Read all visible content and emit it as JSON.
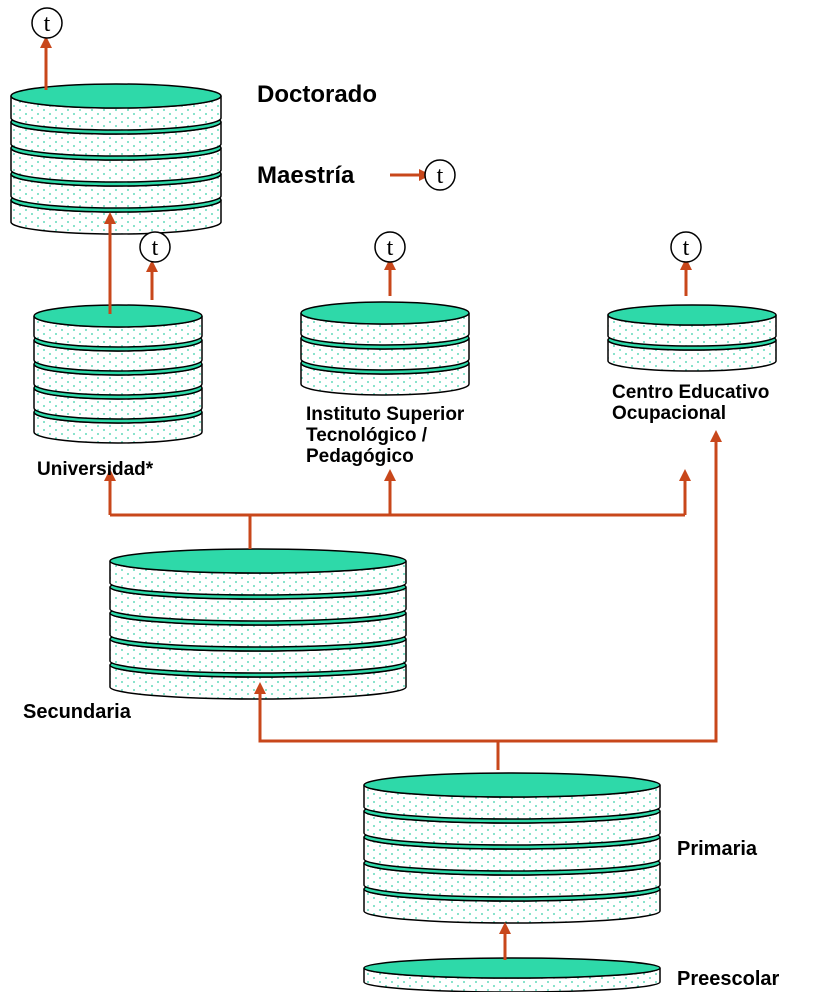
{
  "colors": {
    "cap": "#2ed9a9",
    "wall": "#ffffff",
    "dot": "#35cfa7",
    "outline": "#000000",
    "arrow": "#c8471b"
  },
  "icons": {
    "terminal_exit": "circled-t-icon"
  },
  "terminal_symbol": "t",
  "levels": {
    "doctorado": "Doctorado",
    "maestria": "Maestría",
    "universidad": "Universidad*",
    "instituto_line1": "Instituto Superior",
    "instituto_line2": "Tecnológico /",
    "instituto_line3": "Pedagógico",
    "centro_line1": "Centro Educativo",
    "centro_line2": "Ocupacional",
    "secundaria": "Secundaria",
    "primaria": "Primaria",
    "preescolar": "Preescolar"
  }
}
